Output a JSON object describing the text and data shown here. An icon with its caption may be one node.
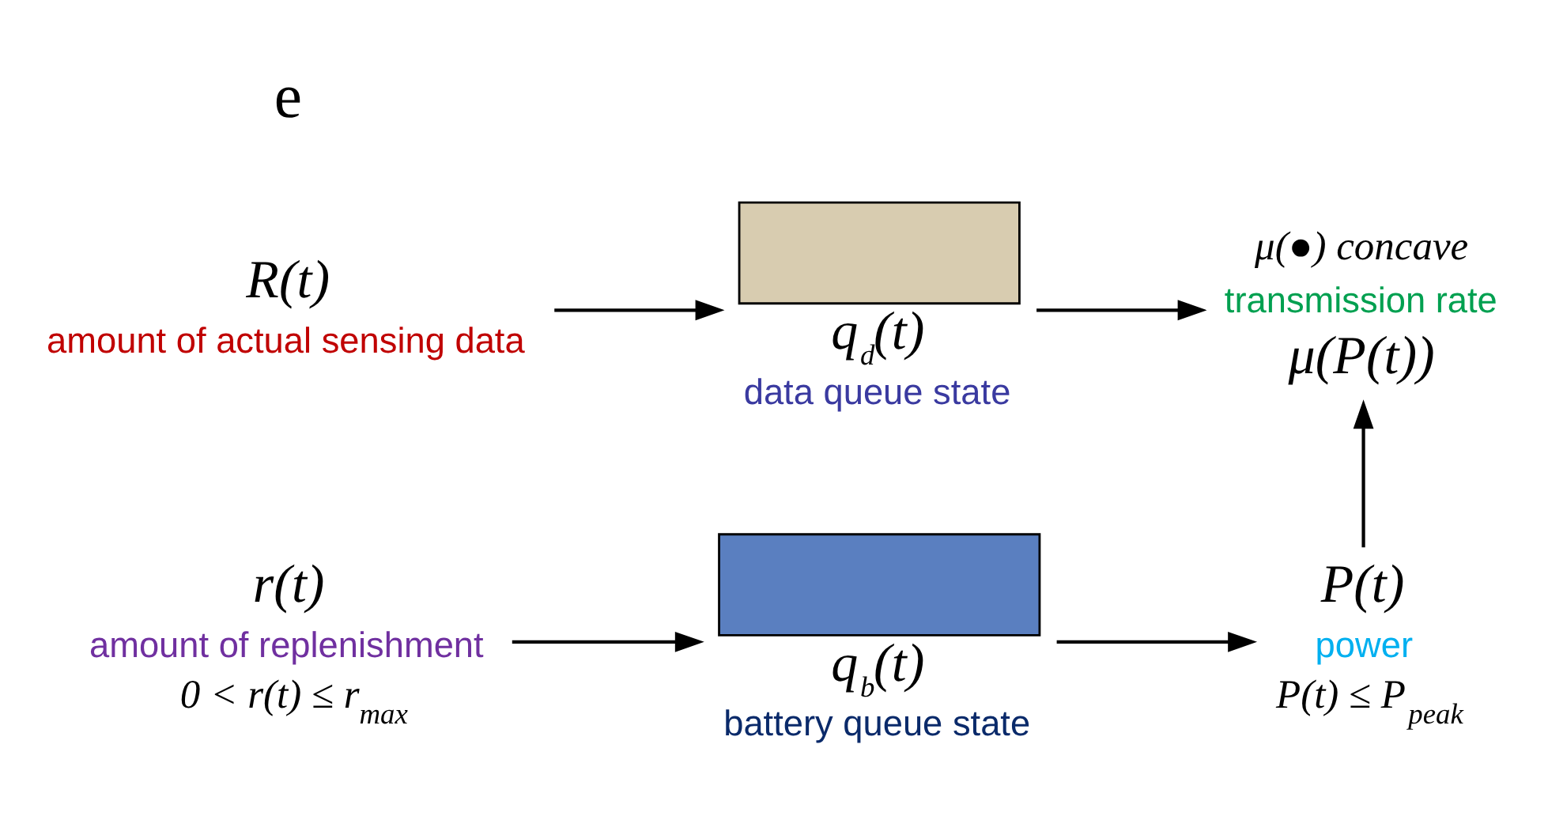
{
  "diagram": {
    "nodes": [
      {
        "text": [
          "R(t)"
        ],
        "beside": [
          "amount of actual sensing data"
        ]
      },
      {
        "text": [
          "q$_{d}$(t)",
          "data queue state"
        ]
      },
      {
        "text": [
          "μ(P(t))"
        ],
        "beside": [
          "μ(●) concave",
          "transmission rate"
        ]
      },
      {
        "text": [
          "r(t)"
        ],
        "beside": [
          "amount of replenishment",
          "0 < r(t) ≤ r$_{max}$"
        ]
      },
      {
        "text": [
          "q$_{b}$(t)",
          "battery queue state"
        ]
      },
      {
        "text": [
          "P(t)"
        ],
        "beside": [
          "power",
          "P(t) ≤ P$_{peak}$"
        ]
      }
    ],
    "edges": [
      {
        "from": 0,
        "to": 1,
        "arrow": "to"
      },
      {
        "from": 1,
        "to": 2,
        "arrow": "to"
      },
      {
        "from": 3,
        "to": 4,
        "arrow": "to"
      },
      {
        "from": 4,
        "to": 5,
        "arrow": "to"
      },
      {
        "from": 5,
        "to": 2,
        "arrow": "to"
      }
    ],
    "labels": [
      "e"
    ]
  }
}
